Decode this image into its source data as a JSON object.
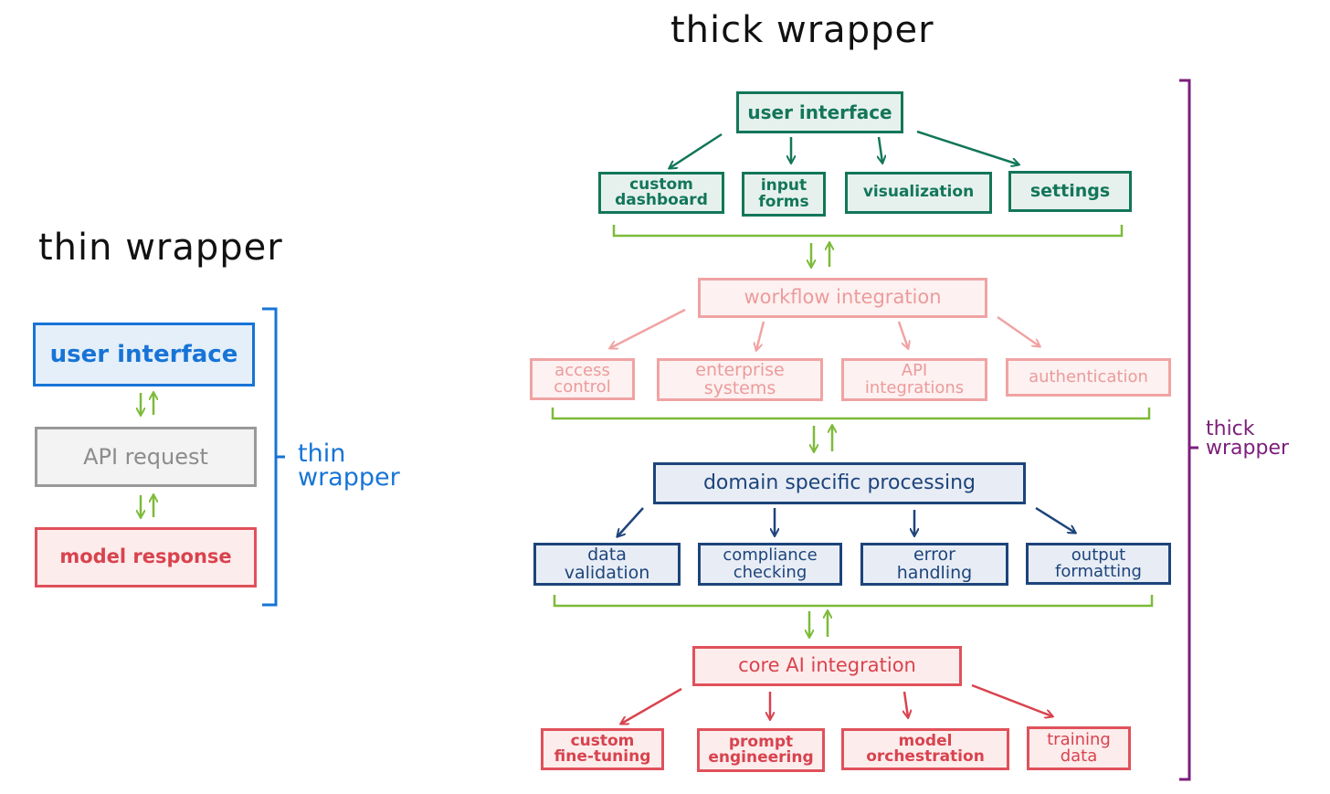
{
  "colors": {
    "teal": "#137659",
    "pink": "#f0a3a3",
    "navy": "#1d447b",
    "red": "#d8434e",
    "blue": "#1774d6",
    "gray": "#999999",
    "green": "#7dbb3a",
    "purple": "#7b1f7b"
  },
  "thin": {
    "title": "thin wrapper",
    "user_interface": "user interface",
    "api_request": "API request",
    "model_response": "model response",
    "bracket_label": "thin\nwrapper"
  },
  "thick": {
    "title": "thick wrapper",
    "bracket_label": "thick\nwrapper",
    "ui_layer": {
      "header": "user interface",
      "items": [
        "custom\ndashboard",
        "input\nforms",
        "visualization",
        "settings"
      ]
    },
    "workflow_layer": {
      "header": "workflow integration",
      "items": [
        "access\ncontrol",
        "enterprise\nsystems",
        "API\nintegrations",
        "authentication"
      ]
    },
    "domain_layer": {
      "header": "domain specific processing",
      "items": [
        "data\nvalidation",
        "compliance\nchecking",
        "error\nhandling",
        "output\nformatting"
      ]
    },
    "core_layer": {
      "header": "core AI integration",
      "items": [
        "custom\nfine-tuning",
        "prompt\nengineering",
        "model\norchestration",
        "training\ndata"
      ]
    }
  }
}
